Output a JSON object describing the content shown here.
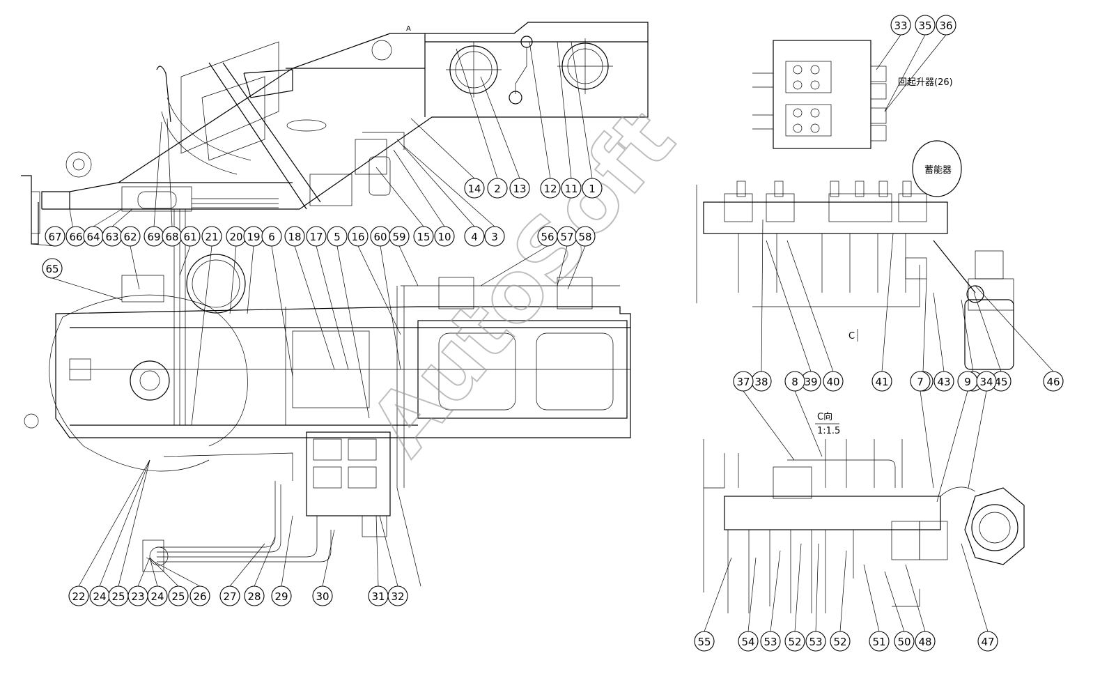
{
  "watermark": "AutoSoft",
  "labels": {
    "accumulator": "蓄能器",
    "lift_cylinder_note": "回起升器(26)",
    "view_c": "C向",
    "scale": "1:1.5",
    "view_arrow": "C",
    "section_a": "A"
  },
  "balloons": {
    "top_left_right": [
      "14",
      "2",
      "13",
      "12",
      "11",
      "1"
    ],
    "top_left_mid": [
      "15",
      "10",
      "4",
      "3"
    ],
    "top_left_row": [
      "67",
      "66",
      "64",
      "63",
      "62",
      "69",
      "68",
      "61",
      "21",
      "20",
      "19",
      "6",
      "18",
      "17",
      "5",
      "16",
      "60",
      "59",
      "56",
      "57",
      "58"
    ],
    "single_65": "65",
    "bottom_left": [
      "22",
      "24",
      "25",
      "23",
      "24",
      "25",
      "26",
      "27",
      "28",
      "29",
      "30",
      "31",
      "32"
    ],
    "right_top": [
      "33",
      "35",
      "36"
    ],
    "right_mid": [
      "38",
      "39",
      "40",
      "41",
      "42",
      "43",
      "44",
      "45",
      "46"
    ],
    "right_view_top": [
      "37",
      "8",
      "7",
      "9",
      "34"
    ],
    "right_bottom": [
      "55",
      "54",
      "53",
      "52",
      "53",
      "52",
      "51",
      "50",
      "48",
      "47"
    ]
  }
}
